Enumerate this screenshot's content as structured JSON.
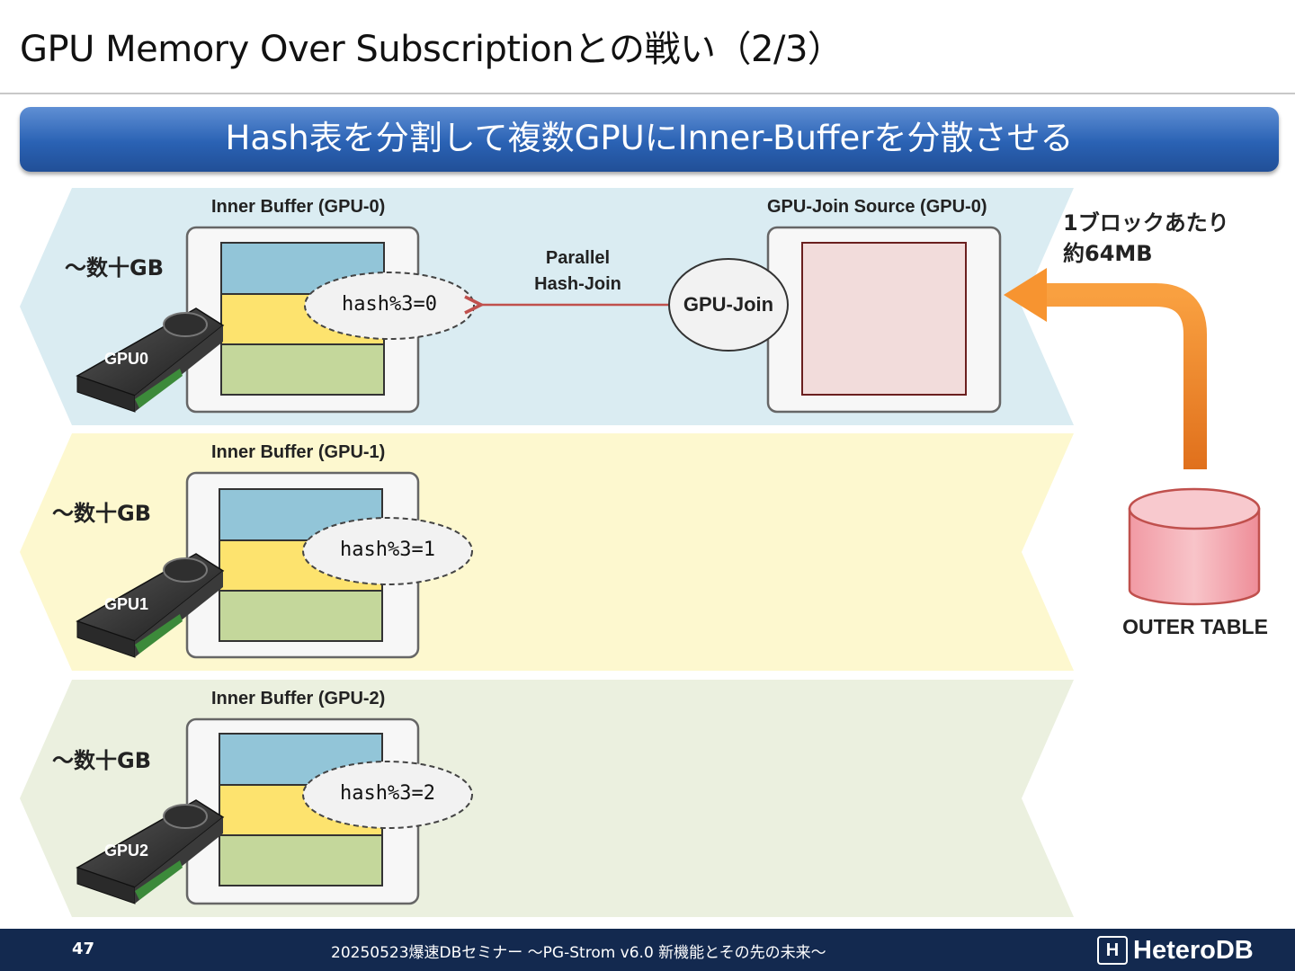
{
  "slide": {
    "title": "GPU Memory Over Subscriptionとの戦い（2/3）",
    "banner": "Hash表を分割して複数GPUにInner-Bufferを分散させる"
  },
  "lanes": [
    {
      "size_label": "～数十GB",
      "buffer_title": "Inner Buffer (GPU-0)",
      "gpu_label": "GPU0",
      "hash_label": "hash%3=0"
    },
    {
      "size_label": "～数十GB",
      "buffer_title": "Inner Buffer (GPU-1)",
      "gpu_label": "GPU1",
      "hash_label": "hash%3=1"
    },
    {
      "size_label": "～数十GB",
      "buffer_title": "Inner Buffer (GPU-2)",
      "gpu_label": "GPU2",
      "hash_label": "hash%3=2"
    }
  ],
  "join": {
    "source_title": "GPU-Join Source (GPU-0)",
    "bubble_label": "GPU-Join",
    "edge_label_line1": "Parallel",
    "edge_label_line2": "Hash-Join"
  },
  "outer": {
    "block_note_line1": "1ブロックあたり",
    "block_note_line2": "約64MB",
    "table_label": "OUTER TABLE"
  },
  "footer": {
    "page_number": "47",
    "event_text": "20250523爆速DBセミナー ～PG-Strom v6.0  新機能とその先の未来～",
    "logo_mark": "H",
    "logo_text": "HeteroDB"
  },
  "colors": {
    "lane0": "#daecf2",
    "lane1": "#fdf8cf",
    "lane2": "#ebf0df",
    "seg_blue": "#92c5d8",
    "seg_yellow": "#fde36e",
    "seg_green": "#c4d79b",
    "source_block": "#f2dcdb",
    "arrow_orange": "#f79430",
    "cylinder": "#f4a8b0",
    "banner": "#2a62b4",
    "footer": "#13294f"
  }
}
